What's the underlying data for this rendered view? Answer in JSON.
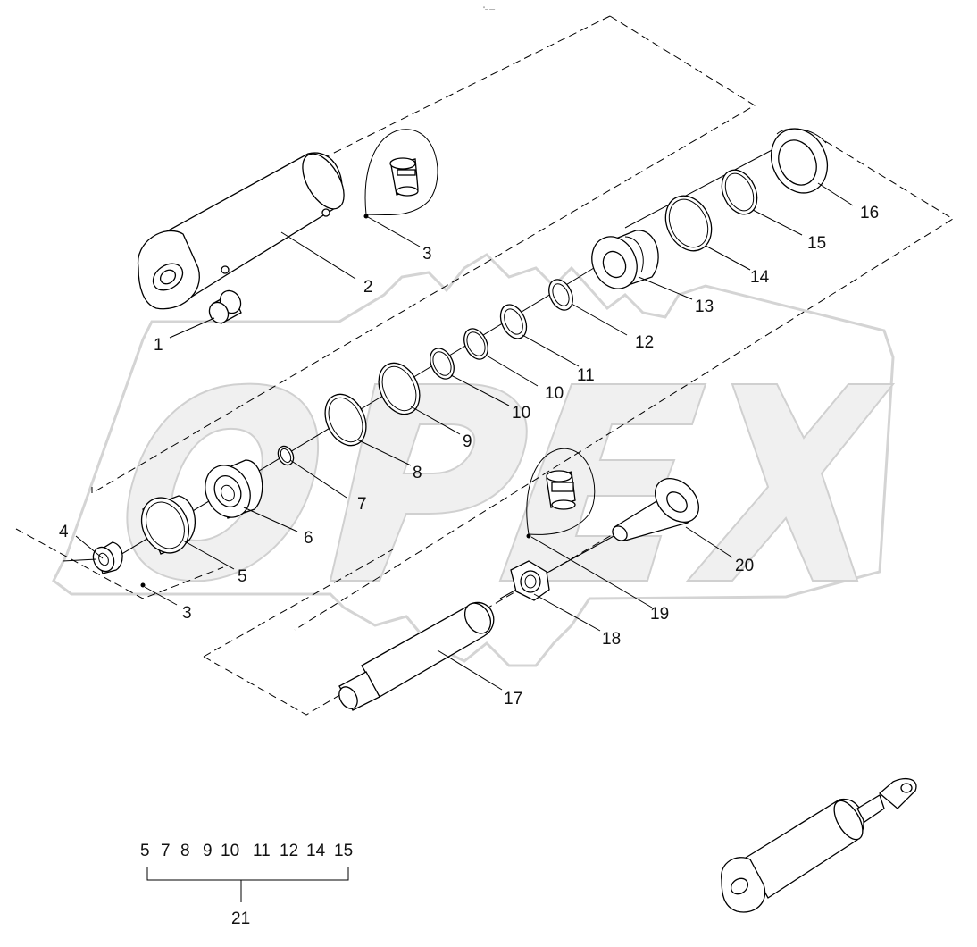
{
  "header_mark": "″– —",
  "watermark": "OPEX",
  "callouts": [
    {
      "id": "c1",
      "label": "1"
    },
    {
      "id": "c2",
      "label": "2"
    },
    {
      "id": "c3a",
      "label": "3"
    },
    {
      "id": "c3b",
      "label": "3"
    },
    {
      "id": "c4",
      "label": "4"
    },
    {
      "id": "c5",
      "label": "5"
    },
    {
      "id": "c6",
      "label": "6"
    },
    {
      "id": "c7",
      "label": "7"
    },
    {
      "id": "c8",
      "label": "8"
    },
    {
      "id": "c9",
      "label": "9"
    },
    {
      "id": "c10a",
      "label": "10"
    },
    {
      "id": "c10b",
      "label": "10"
    },
    {
      "id": "c11",
      "label": "11"
    },
    {
      "id": "c12",
      "label": "12"
    },
    {
      "id": "c13",
      "label": "13"
    },
    {
      "id": "c14",
      "label": "14"
    },
    {
      "id": "c15",
      "label": "15"
    },
    {
      "id": "c16",
      "label": "16"
    },
    {
      "id": "c17",
      "label": "17"
    },
    {
      "id": "c18",
      "label": "18"
    },
    {
      "id": "c19",
      "label": "19"
    },
    {
      "id": "c20",
      "label": "20"
    }
  ],
  "kit_legend": {
    "members": [
      "5",
      "7",
      "8",
      "9",
      "10",
      "11",
      "12",
      "14",
      "15"
    ],
    "kit_number": "21"
  }
}
